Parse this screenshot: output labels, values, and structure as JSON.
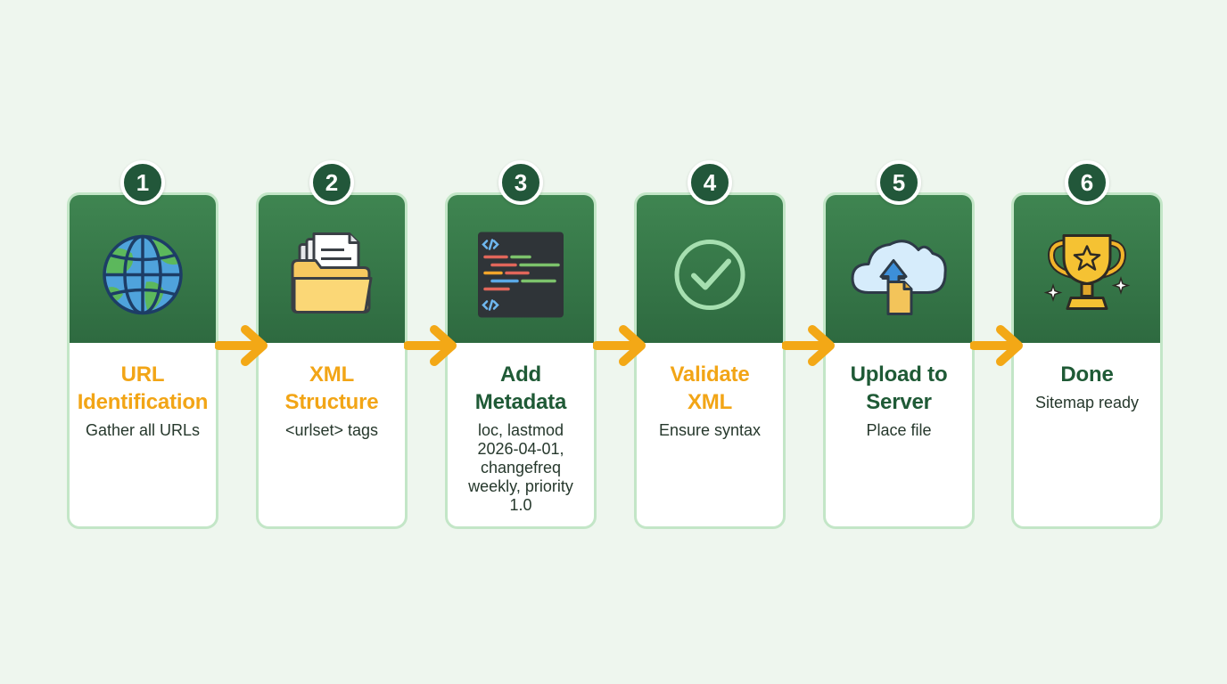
{
  "colors": {
    "header_green": "#2e6a40",
    "badge_green": "#22573a",
    "title_orange": "#f2a516",
    "title_green": "#1f5a36",
    "card_border": "#c3e6c7",
    "arrow": "#f3a816",
    "background": "#eef6ee"
  },
  "steps": [
    {
      "number": "1",
      "title_lines": [
        "URL",
        "Identification"
      ],
      "title_color": "orange",
      "desc_lines": [
        "Gather all URLs"
      ],
      "icon": "globe-icon"
    },
    {
      "number": "2",
      "title_lines": [
        "XML",
        "Structure"
      ],
      "title_color": "orange",
      "desc_lines": [
        "<urlset> tags"
      ],
      "icon": "folder-documents-icon"
    },
    {
      "number": "3",
      "title_lines": [
        "Add",
        "Metadata"
      ],
      "title_color": "green",
      "desc_lines": [
        "loc, lastmod",
        "2026-04-01,",
        "changefreq",
        "weekly, priority",
        "1.0"
      ],
      "icon": "code-editor-icon"
    },
    {
      "number": "4",
      "title_lines": [
        "Validate",
        "XML"
      ],
      "title_color": "orange",
      "desc_lines": [
        "Ensure syntax"
      ],
      "icon": "check-circle-icon"
    },
    {
      "number": "5",
      "title_lines": [
        "Upload to",
        "Server"
      ],
      "title_color": "green",
      "desc_lines": [
        "Place file"
      ],
      "icon": "cloud-upload-icon"
    },
    {
      "number": "6",
      "title_lines": [
        "Done"
      ],
      "title_color": "green",
      "desc_lines": [
        "Sitemap ready"
      ],
      "icon": "trophy-icon"
    }
  ]
}
